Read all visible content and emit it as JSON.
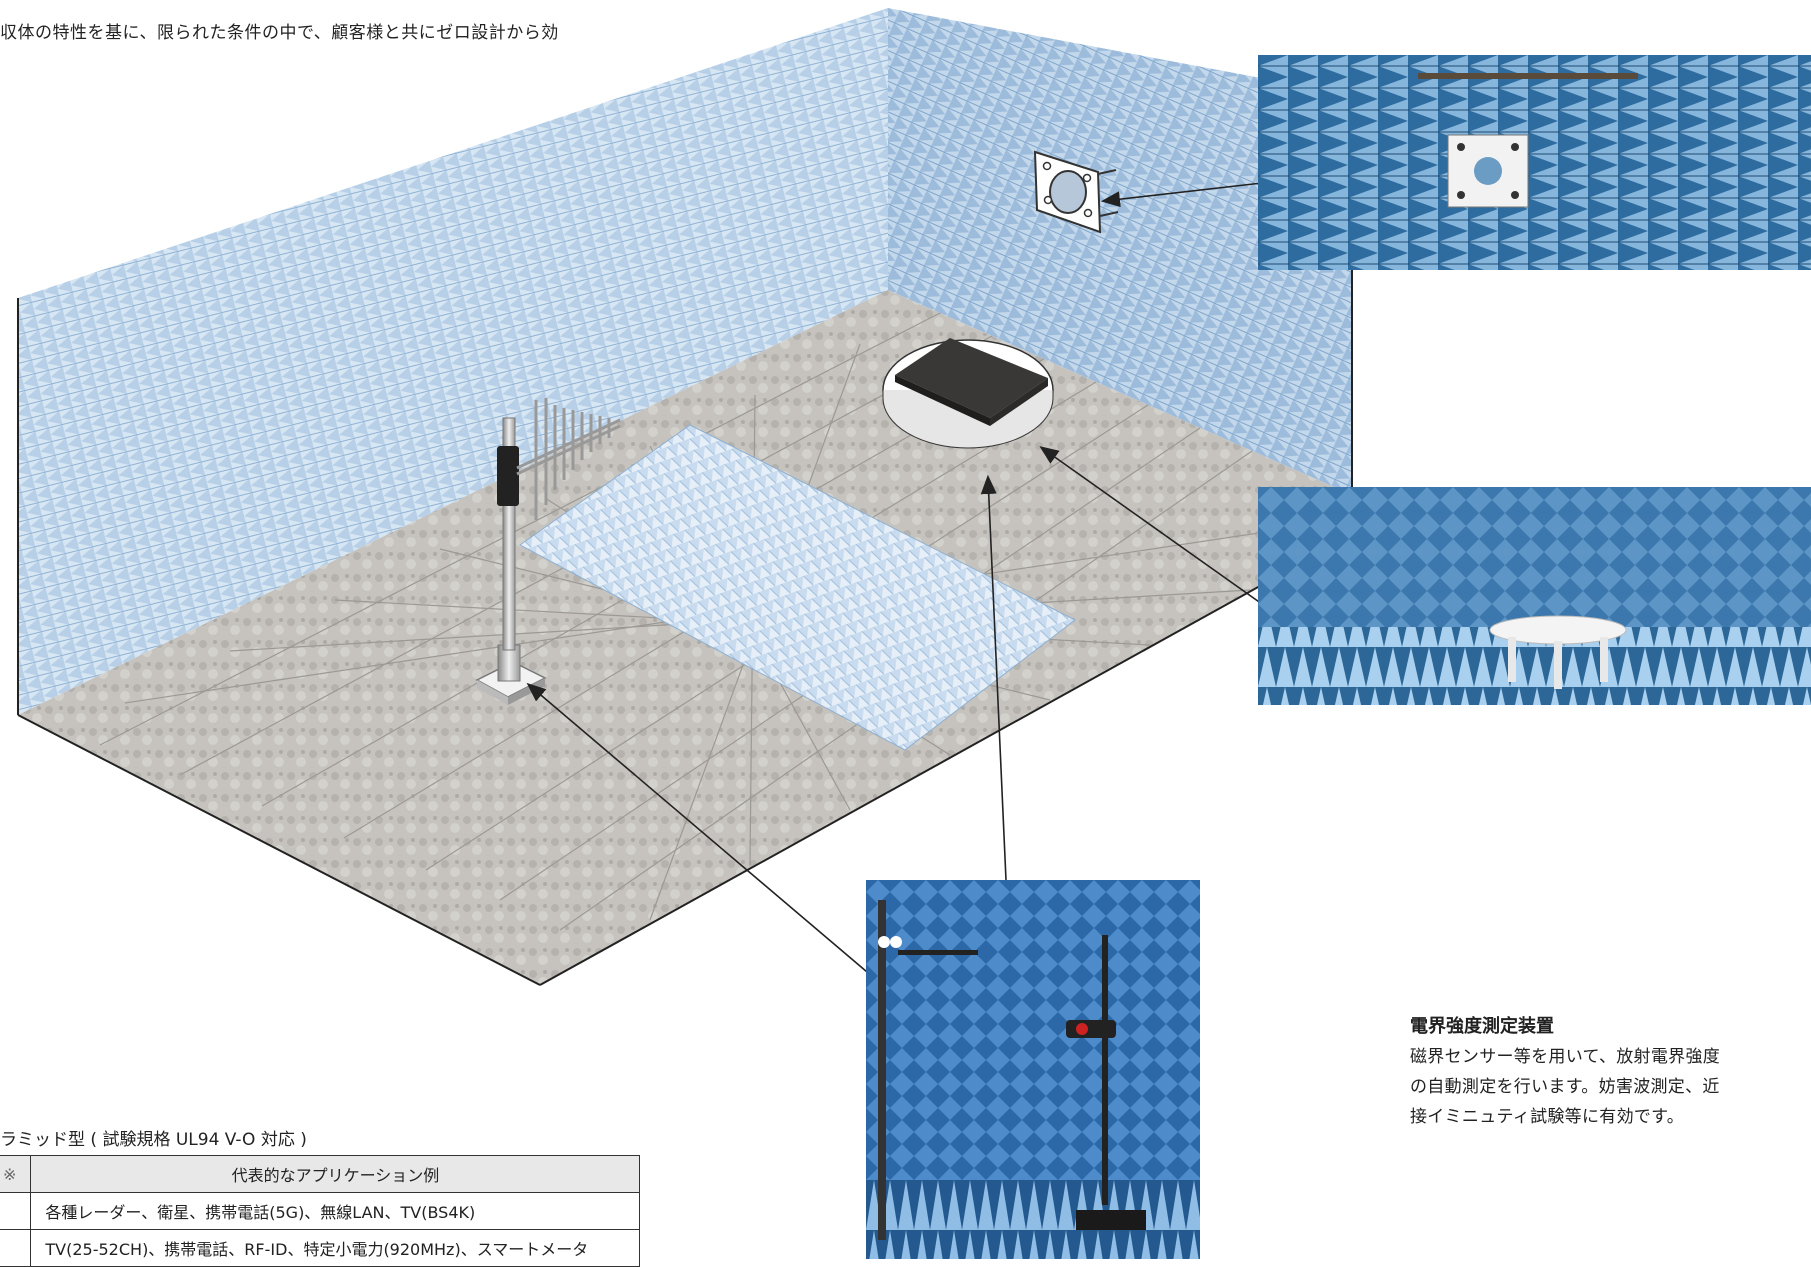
{
  "intro_text": "収体の特性を基に、限られた条件の中で、顧客様と共にゼロ設計から効",
  "description": {
    "title": "電界強度測定装置",
    "body_lines": [
      "磁界センサー等を用いて、放射電界強度",
      "の自動測定を行います。妨害波測定、近",
      "接イミニュティ試験等に有効です。"
    ]
  },
  "table": {
    "caption": "ラミッド型 ( 試験規格 UL94 V-O 対応 )",
    "headers": [
      "※",
      "代表的なアプリケーション例"
    ],
    "rows": [
      [
        "",
        "各種レーダー、衛星、携帯電話(5G)、無線LAN、TV(BS4K)"
      ],
      [
        "",
        "TV(25-52CH)、携帯電話、RF-ID、特定小電力(920MHz)、スマートメータ"
      ]
    ]
  },
  "colors": {
    "absorber_blue": "#a9c6e2",
    "floor_gray": "#c4c2bd",
    "chamber_photo_blue": "#2f6fb0"
  }
}
